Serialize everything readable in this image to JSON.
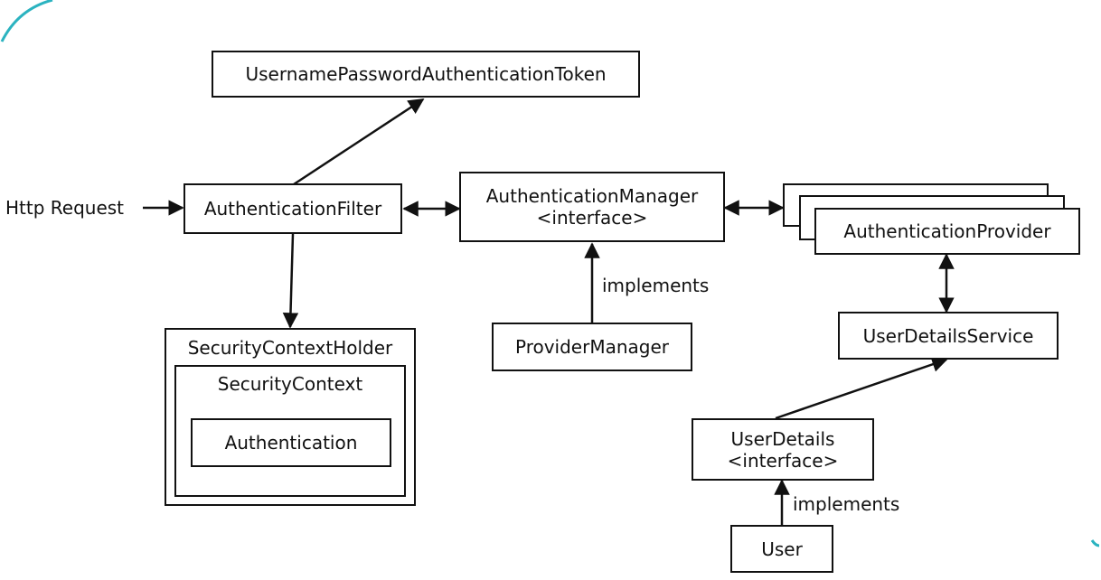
{
  "nodes": {
    "token": "UsernamePasswordAuthenticationToken",
    "http_request": "Http Request",
    "filter": "AuthenticationFilter",
    "manager_line1": "AuthenticationManager",
    "manager_line2": "<interface>",
    "provider": "AuthenticationProvider",
    "holder": "SecurityContextHolder",
    "context": "SecurityContext",
    "authentication": "Authentication",
    "provider_manager": "ProviderManager",
    "user_details_service": "UserDetailsService",
    "user_details_line1": "UserDetails",
    "user_details_line2": "<interface>",
    "user": "User"
  },
  "edge_labels": {
    "implements_provider_manager": "implements",
    "implements_user": "implements"
  }
}
